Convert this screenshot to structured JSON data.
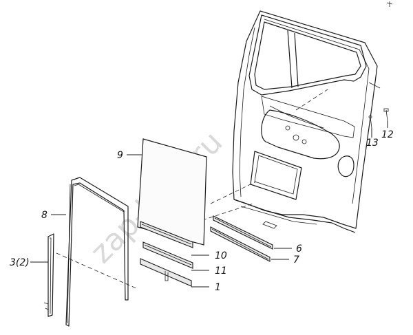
{
  "watermark": "zap-kam.ru",
  "callouts": {
    "c9": "9",
    "c8": "8",
    "c3": "3(2)",
    "c10": "10",
    "c11": "11",
    "c1": "1",
    "c6": "6",
    "c7": "7",
    "c13": "13",
    "c12": "12"
  }
}
